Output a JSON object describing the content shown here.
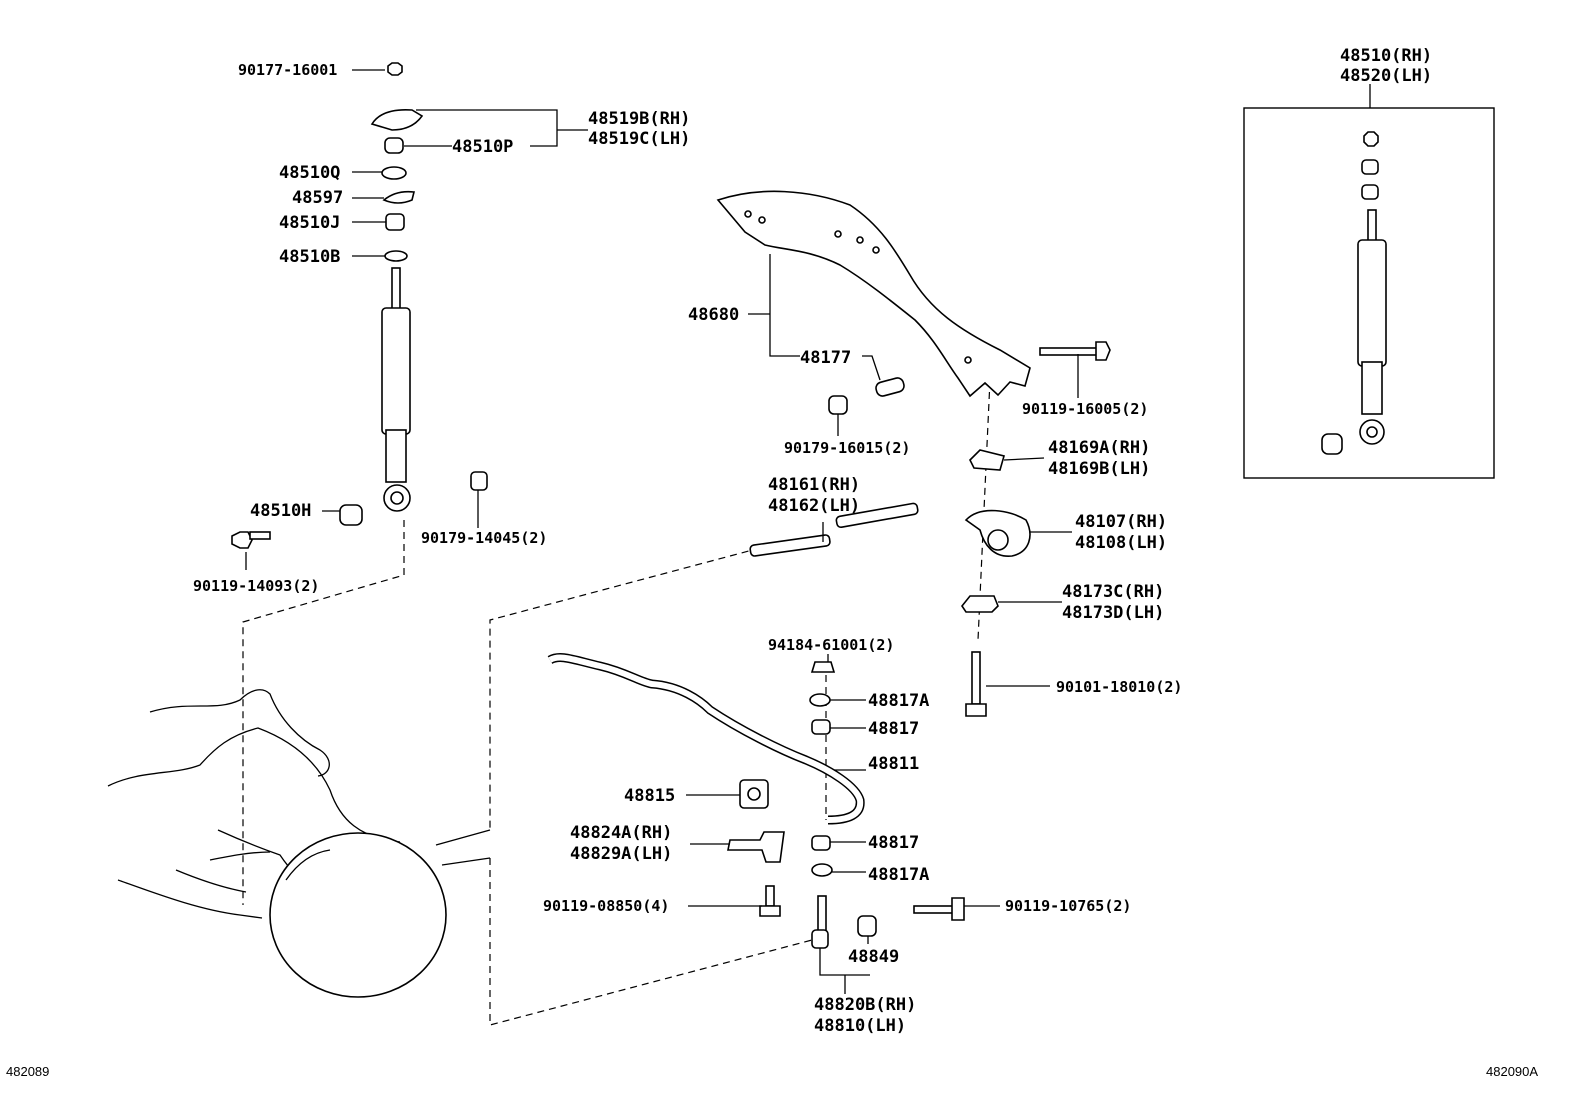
{
  "parts": {
    "p90177_16001": "90177-16001",
    "p48519B": "48519B(RH)",
    "p48519C": "48519C(LH)",
    "p48510P": "48510P",
    "p48510Q": "48510Q",
    "p48597": "48597",
    "p48510J": "48510J",
    "p48510B": "48510B",
    "p48510H": "48510H",
    "p90119_14093": "90119-14093(2)",
    "p90179_14045": "90179-14045(2)",
    "p48680": "48680",
    "p48177": "48177",
    "p90179_16015": "90179-16015(2)",
    "p90119_16005": "90119-16005(2)",
    "p48169A": "48169A(RH)",
    "p48169B": "48169B(LH)",
    "p48161": "48161(RH)",
    "p48162": "48162(LH)",
    "p48107": "48107(RH)",
    "p48108": "48108(LH)",
    "p48173C": "48173C(RH)",
    "p48173D": "48173D(LH)",
    "p94184_61001": "94184-61001(2)",
    "p90101_18010": "90101-18010(2)",
    "p48817A_top": "48817A",
    "p48817_top": "48817",
    "p48811": "48811",
    "p48815": "48815",
    "p48824A": "48824A(RH)",
    "p48829A": "48829A(LH)",
    "p48817_bot": "48817",
    "p48817A_bot": "48817A",
    "p90119_08850": "90119-08850(4)",
    "p90119_10765": "90119-10765(2)",
    "p48849": "48849",
    "p48820B": "48820B(RH)",
    "p48810": "48810(LH)"
  },
  "inset": {
    "title_rh": "48510(RH)",
    "title_lh": "48520(LH)"
  },
  "corner": {
    "left": "482089",
    "right": "482090A"
  }
}
